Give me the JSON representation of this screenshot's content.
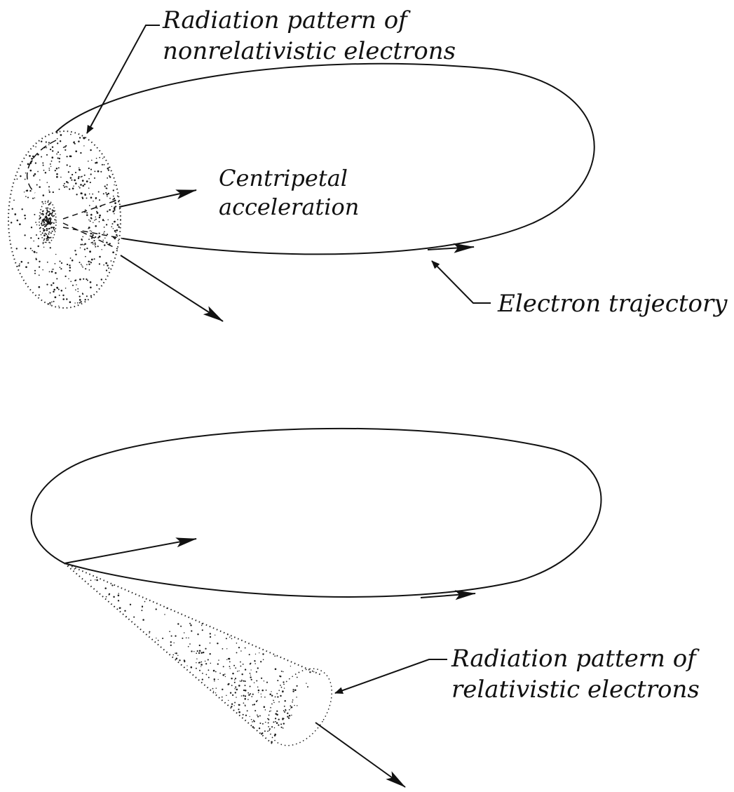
{
  "top_diagram": {
    "label_radiation": {
      "line1": "Radiation pattern of",
      "line2": "nonrelativistic electrons"
    },
    "label_acceleration": {
      "line1": "Centripetal",
      "line2": "acceleration"
    },
    "label_trajectory": "Electron trajectory"
  },
  "bottom_diagram": {
    "label_radiation": {
      "line1": "Radiation pattern of",
      "line2": "relativistic electrons"
    }
  },
  "colors": {
    "ink": "#111111",
    "background": "#ffffff"
  }
}
